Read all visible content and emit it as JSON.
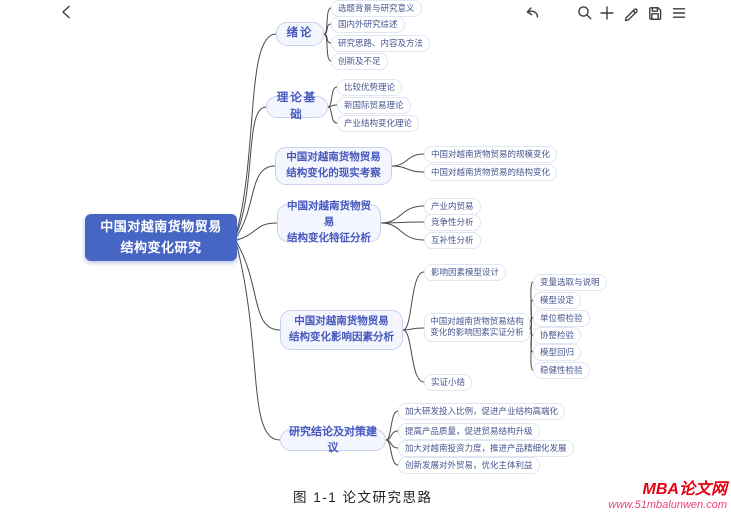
{
  "toolbar": {
    "left_icons": [
      "back"
    ],
    "right_icons": [
      "undo",
      "search",
      "add",
      "pen",
      "save",
      "menu"
    ]
  },
  "map": {
    "root": {
      "label": "中国对越南货物贸易\n结构变化研究"
    },
    "branches": [
      {
        "label": "绪论",
        "children": [
          {
            "label": "选题背景与研究意义"
          },
          {
            "label": "国内外研究综述"
          },
          {
            "label": "研究思路、内容及方法"
          },
          {
            "label": "创新及不足"
          }
        ]
      },
      {
        "label": "理论基础",
        "children": [
          {
            "label": "比较优势理论"
          },
          {
            "label": "新国际贸易理论"
          },
          {
            "label": "产业结构变化理论"
          }
        ]
      },
      {
        "label": "中国对越南货物贸易\n结构变化的现实考察",
        "children": [
          {
            "label": "中国对越南货物贸易的规模变化"
          },
          {
            "label": "中国对越南货物贸易的结构变化"
          }
        ]
      },
      {
        "label": "中国对越南货物贸易\n结构变化特征分析",
        "children": [
          {
            "label": "产业内贸易"
          },
          {
            "label": "竞争性分析"
          },
          {
            "label": "互补性分析"
          }
        ]
      },
      {
        "label": "中国对越南货物贸易\n结构变化影响因素分析",
        "children": [
          {
            "label": "影响因素模型设计"
          },
          {
            "label": "中国对越南货物贸易结构\n变化的影响因素实证分析",
            "children": [
              {
                "label": "变量选取与说明"
              },
              {
                "label": "模型设定"
              },
              {
                "label": "单位根检验"
              },
              {
                "label": "协整检验"
              },
              {
                "label": "模型回归"
              },
              {
                "label": "稳健性检验"
              }
            ]
          },
          {
            "label": "实证小结"
          }
        ]
      },
      {
        "label": "研究结论及对策建议",
        "children": [
          {
            "label": "加大研发投入比例，促进产业结构高端化"
          },
          {
            "label": "提高产品质量，促进贸易结构升级"
          },
          {
            "label": "加大对越南投资力度，推进产品精细化发展"
          },
          {
            "label": "创新发展对外贸易，优化主体利益"
          }
        ]
      }
    ]
  },
  "caption": "图 1-1 论文研究思路",
  "watermark": {
    "title": "MBA论文网",
    "url": "www.51mbalunwen.com"
  },
  "colors": {
    "root_bg": "#4766c4",
    "branch_accent": "#4759bd",
    "watermark_red": "#e60014",
    "watermark_pink": "#ee3f78"
  }
}
